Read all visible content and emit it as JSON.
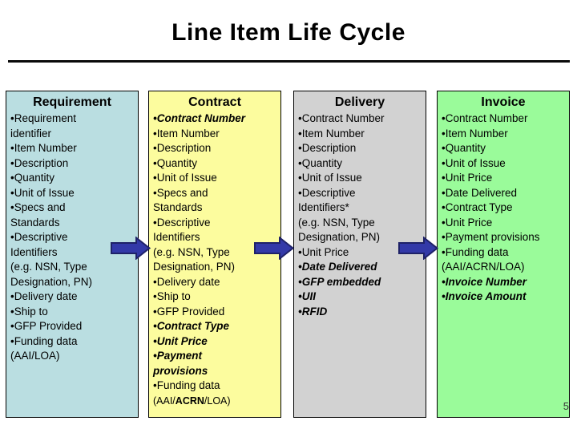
{
  "title": "Line Item Life Cycle",
  "page_number": "5",
  "colors": {
    "arrow_fill": "#3339A8",
    "arrow_stroke": "#1F2268",
    "box_border": "#000000",
    "requirement_bg": "#BADEE1",
    "contract_bg": "#FCFC9E",
    "delivery_bg": "#D2D2D2",
    "invoice_bg": "#9AFB9A"
  },
  "boxes": [
    {
      "id": "requirement",
      "title": "Requirement",
      "bg": "#BADEE1",
      "items": [
        {
          "text": "•Requirement\nidentifier"
        },
        {
          "text": "•Item Number"
        },
        {
          "text": "•Description"
        },
        {
          "text": "•Quantity"
        },
        {
          "text": "•Unit of Issue"
        },
        {
          "text": "•Specs and\nStandards"
        },
        {
          "text": "•Descriptive\nIdentifiers\n(e.g. NSN, Type\nDesignation, PN)"
        },
        {
          "text": "•Delivery date"
        },
        {
          "text": "•Ship to"
        },
        {
          "text": "•GFP Provided"
        },
        {
          "text": "•Funding data\n(AAI/LOA)"
        }
      ]
    },
    {
      "id": "contract",
      "title": "Contract",
      "bg": "#FCFC9E",
      "items": [
        {
          "text": "•Contract Number",
          "style": "emphasis"
        },
        {
          "text": "•Item Number"
        },
        {
          "text": "•Description"
        },
        {
          "text": "•Quantity"
        },
        {
          "text": "•Unit of Issue"
        },
        {
          "text": "•Specs and\nStandards"
        },
        {
          "text": "•Descriptive\nIdentifiers\n(e.g. NSN, Type\nDesignation, PN)"
        },
        {
          "text": "•Delivery date"
        },
        {
          "text": "•Ship to"
        },
        {
          "text": "•GFP Provided"
        },
        {
          "text": "•Contract Type",
          "style": "emphasis"
        },
        {
          "text": "•Unit Price",
          "style": "emphasis"
        },
        {
          "text": "•Payment\nprovisions",
          "style": "emphasis"
        },
        {
          "text": "•Funding data"
        },
        {
          "size": "small",
          "segments": [
            {
              "text": "(AAI/"
            },
            {
              "text": "ACRN",
              "style": "bold"
            },
            {
              "text": "/LOA)"
            }
          ]
        }
      ]
    },
    {
      "id": "delivery",
      "title": "Delivery",
      "bg": "#D2D2D2",
      "items": [
        {
          "text": "•Contract Number"
        },
        {
          "text": "•Item Number"
        },
        {
          "text": "•Description"
        },
        {
          "text": "•Quantity"
        },
        {
          "text": "•Unit of Issue"
        },
        {
          "text": "•Descriptive\nIdentifiers*\n(e.g. NSN, Type\nDesignation, PN)"
        },
        {
          "text": "•Unit Price"
        },
        {
          "text": "•Date Delivered",
          "style": "emphasis"
        },
        {
          "text": "•GFP embedded",
          "style": "emphasis"
        },
        {
          "text": "•UII",
          "style": "emphasis"
        },
        {
          "text": "•RFID",
          "style": "emphasis"
        }
      ]
    },
    {
      "id": "invoice",
      "title": "Invoice",
      "bg": "#9AFB9A",
      "items": [
        {
          "text": "•Contract Number"
        },
        {
          "text": "•Item Number"
        },
        {
          "text": "•Quantity"
        },
        {
          "text": "•Unit of Issue"
        },
        {
          "text": "•Unit Price"
        },
        {
          "text": "•Date Delivered"
        },
        {
          "text": "•Contract Type"
        },
        {
          "text": "•Unit Price"
        },
        {
          "text": "•Payment provisions"
        },
        {
          "text": "•Funding data\n(AAI/ACRN/LOA)"
        },
        {
          "text": "•Invoice Number",
          "style": "emphasis"
        },
        {
          "text": "•Invoice Amount",
          "style": "emphasis"
        }
      ]
    }
  ]
}
